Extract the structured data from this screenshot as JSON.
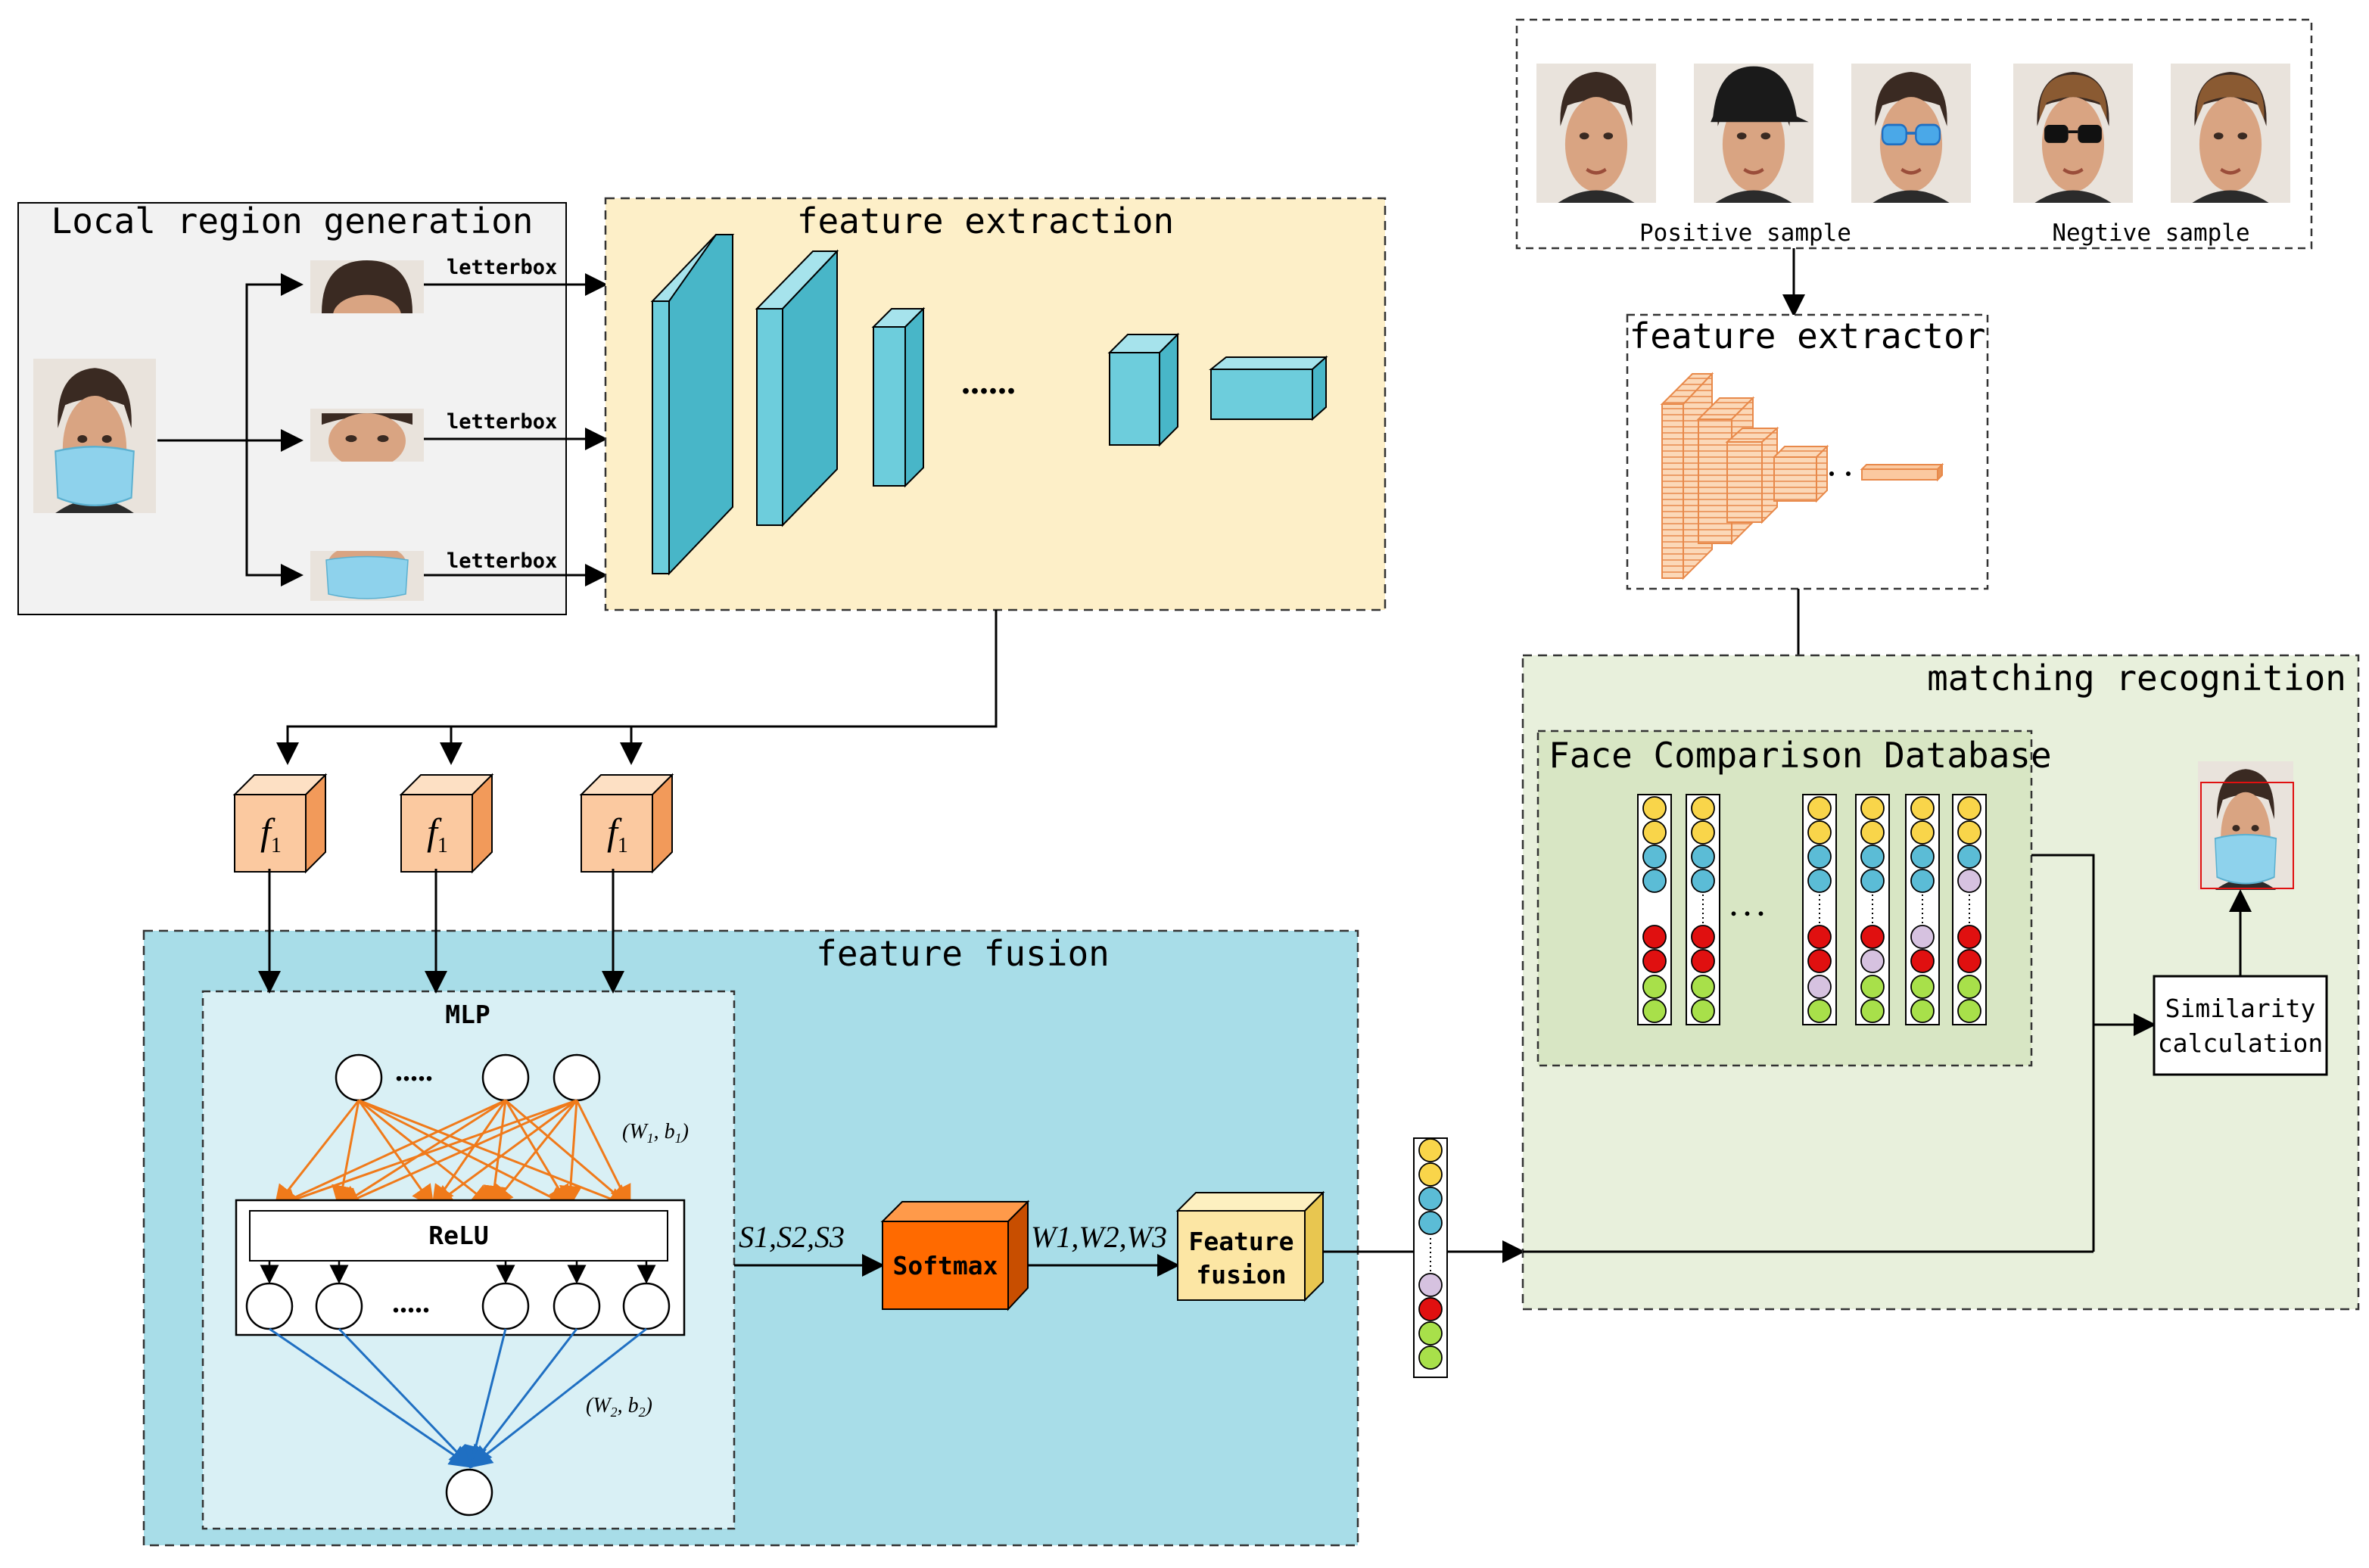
{
  "local_region": {
    "title": "Local region generation",
    "letterbox_labels": [
      "letterbox",
      "letterbox",
      "letterbox"
    ]
  },
  "feature_extraction": {
    "title": "feature extraction",
    "dots": "......"
  },
  "feature_vectors": {
    "symbol": "f",
    "subscript": "1"
  },
  "feature_fusion": {
    "title": "feature fusion",
    "mlp_label": "MLP",
    "relu_label": "ReLU",
    "dots": ".....",
    "layer1_params": {
      "w": "W",
      "w_sub": "1",
      "b": "b",
      "b_sub": "1"
    },
    "layer2_params": {
      "w": "W",
      "w_sub": "2",
      "b": "b",
      "b_sub": "2"
    },
    "scores_label": "S1,S2,S3",
    "weights_label": "W1,W2,W3",
    "softmax_label": "Softmax",
    "fusion_box": [
      "Feature",
      "fusion"
    ]
  },
  "samples": {
    "positive_label": "Positive sample",
    "negative_label": "Negtive sample"
  },
  "feature_extractor": {
    "title": "feature extractor"
  },
  "matching": {
    "title": "matching recognition",
    "database_title": "Face Comparison Database",
    "dots": ". . .",
    "similarity_box": [
      "Similarity",
      "calculation"
    ]
  },
  "colors": {
    "gray_panel": "#f2f2f2",
    "extraction_panel": "#fdefc8",
    "fusion_panel": "#a8dde8",
    "mlp_panel": "#d9f0f5",
    "matching_panel": "#e8f0dc",
    "database_panel": "#d8e6c4",
    "cube_blue": "#6dcddc",
    "cube_orange": "#fbc9a0",
    "softmax": "#ff6a00",
    "fusion_box": "#fce6a4",
    "arrow_orange": "#f07a1a",
    "arrow_blue": "#1f6fc2",
    "circle_yellow": "#f9d54a",
    "circle_blue": "#5bbcd6",
    "circle_red": "#e01010",
    "circle_lilac": "#d6c2e0",
    "circle_green": "#a8e04a"
  }
}
